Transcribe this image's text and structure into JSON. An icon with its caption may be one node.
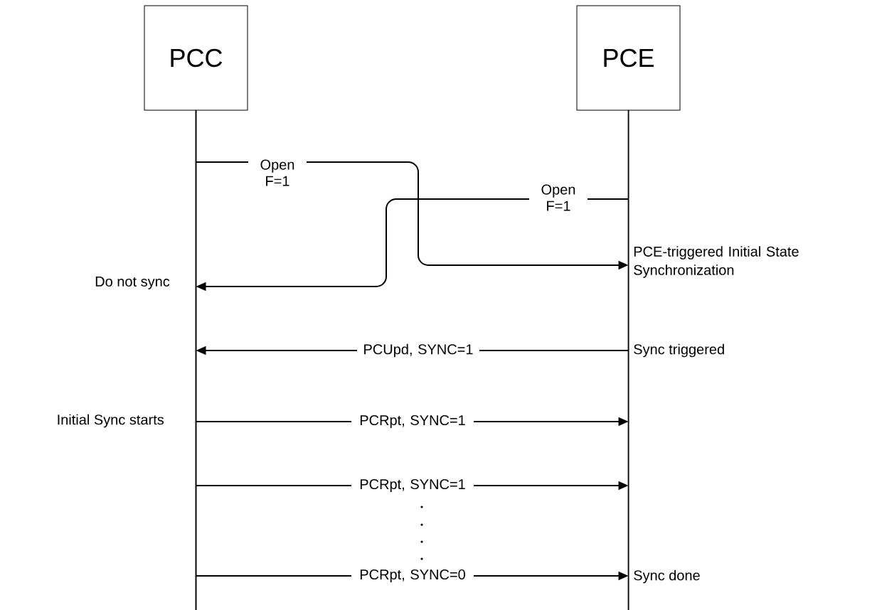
{
  "diagram": {
    "nodes": [
      {
        "text": [
          "PCC"
        ]
      },
      {
        "text": [
          "PCE"
        ]
      }
    ],
    "edges": [
      {
        "from": 0,
        "to": 1,
        "arrow": "to",
        "label": "Open F=1"
      },
      {
        "from": 1,
        "to": 0,
        "arrow": "to",
        "label": "Open F=1"
      },
      {
        "from": 1,
        "to": 0,
        "arrow": "to",
        "label": "PCUpd, SYNC=1"
      },
      {
        "from": 0,
        "to": 1,
        "arrow": "to",
        "label": "PCRpt, SYNC=1"
      },
      {
        "from": 0,
        "to": 1,
        "arrow": "to",
        "label": "PCRpt, SYNC=1"
      },
      {
        "from": 0,
        "to": 1,
        "arrow": "to",
        "label": "PCRpt, SYNC=0"
      }
    ],
    "labels": [
      "PCE-triggered Initial State Synchronization",
      "Do not sync",
      "Sync triggered",
      "Initial Sync starts",
      "Sync done"
    ]
  }
}
